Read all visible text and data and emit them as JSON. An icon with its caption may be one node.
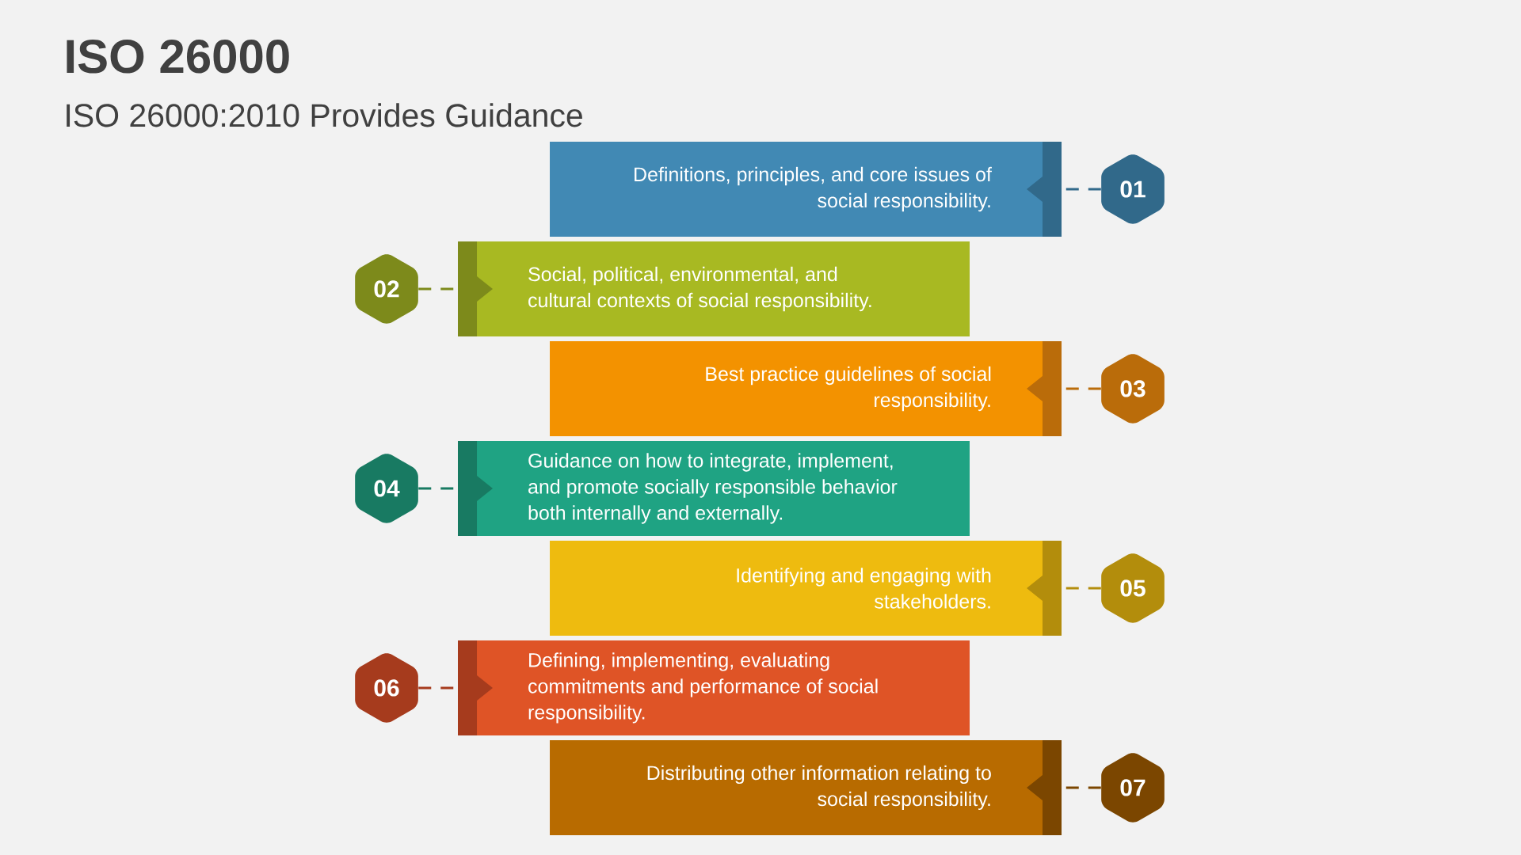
{
  "diagram": {
    "title": "ISO 26000",
    "nodes": [
      {
        "text": [
          "Definitions, principles, and core issues of social responsibility."
        ]
      },
      {
        "text": [
          "01"
        ]
      },
      {
        "text": [
          "02"
        ]
      },
      {
        "text": [
          "Social, political, environmental, and cultural contexts of social responsibility."
        ]
      },
      {
        "text": [
          "Best practice guidelines of social responsibility."
        ]
      },
      {
        "text": [
          "03"
        ]
      },
      {
        "text": [
          "04"
        ]
      },
      {
        "text": [
          "Guidance on how to integrate, implement, and promote socially responsible behavior both internally and externally."
        ]
      },
      {
        "text": [
          "Identifying and engaging with stakeholders."
        ]
      },
      {
        "text": [
          "05"
        ]
      },
      {
        "text": [
          "06"
        ]
      },
      {
        "text": [
          "Defining, implementing, evaluating commitments and performance of social responsibility."
        ]
      },
      {
        "text": [
          "Distributing other information relating to social responsibility."
        ]
      },
      {
        "text": [
          "07"
        ]
      }
    ],
    "edges": [
      {
        "from": 1,
        "to": 0,
        "arrow": "none",
        "style": "dashed",
        "color": "#31698a"
      },
      {
        "from": 2,
        "to": 3,
        "arrow": "none",
        "style": "dashed",
        "color": "#7d8a1b"
      },
      {
        "from": 5,
        "to": 4,
        "arrow": "none",
        "style": "dashed",
        "color": "#ba6c0a"
      },
      {
        "from": 6,
        "to": 7,
        "arrow": "none",
        "style": "dashed",
        "color": "#187a62"
      },
      {
        "from": 9,
        "to": 8,
        "arrow": "none",
        "style": "dashed",
        "color": "#b38d0c"
      },
      {
        "from": 10,
        "to": 11,
        "arrow": "none",
        "style": "dashed",
        "color": "#a63b1d"
      },
      {
        "from": 13,
        "to": 12,
        "arrow": "none",
        "style": "dashed",
        "color": "#7b4600"
      }
    ],
    "labels": [
      "ISO 26000:2010 Provides Guidance"
    ]
  }
}
